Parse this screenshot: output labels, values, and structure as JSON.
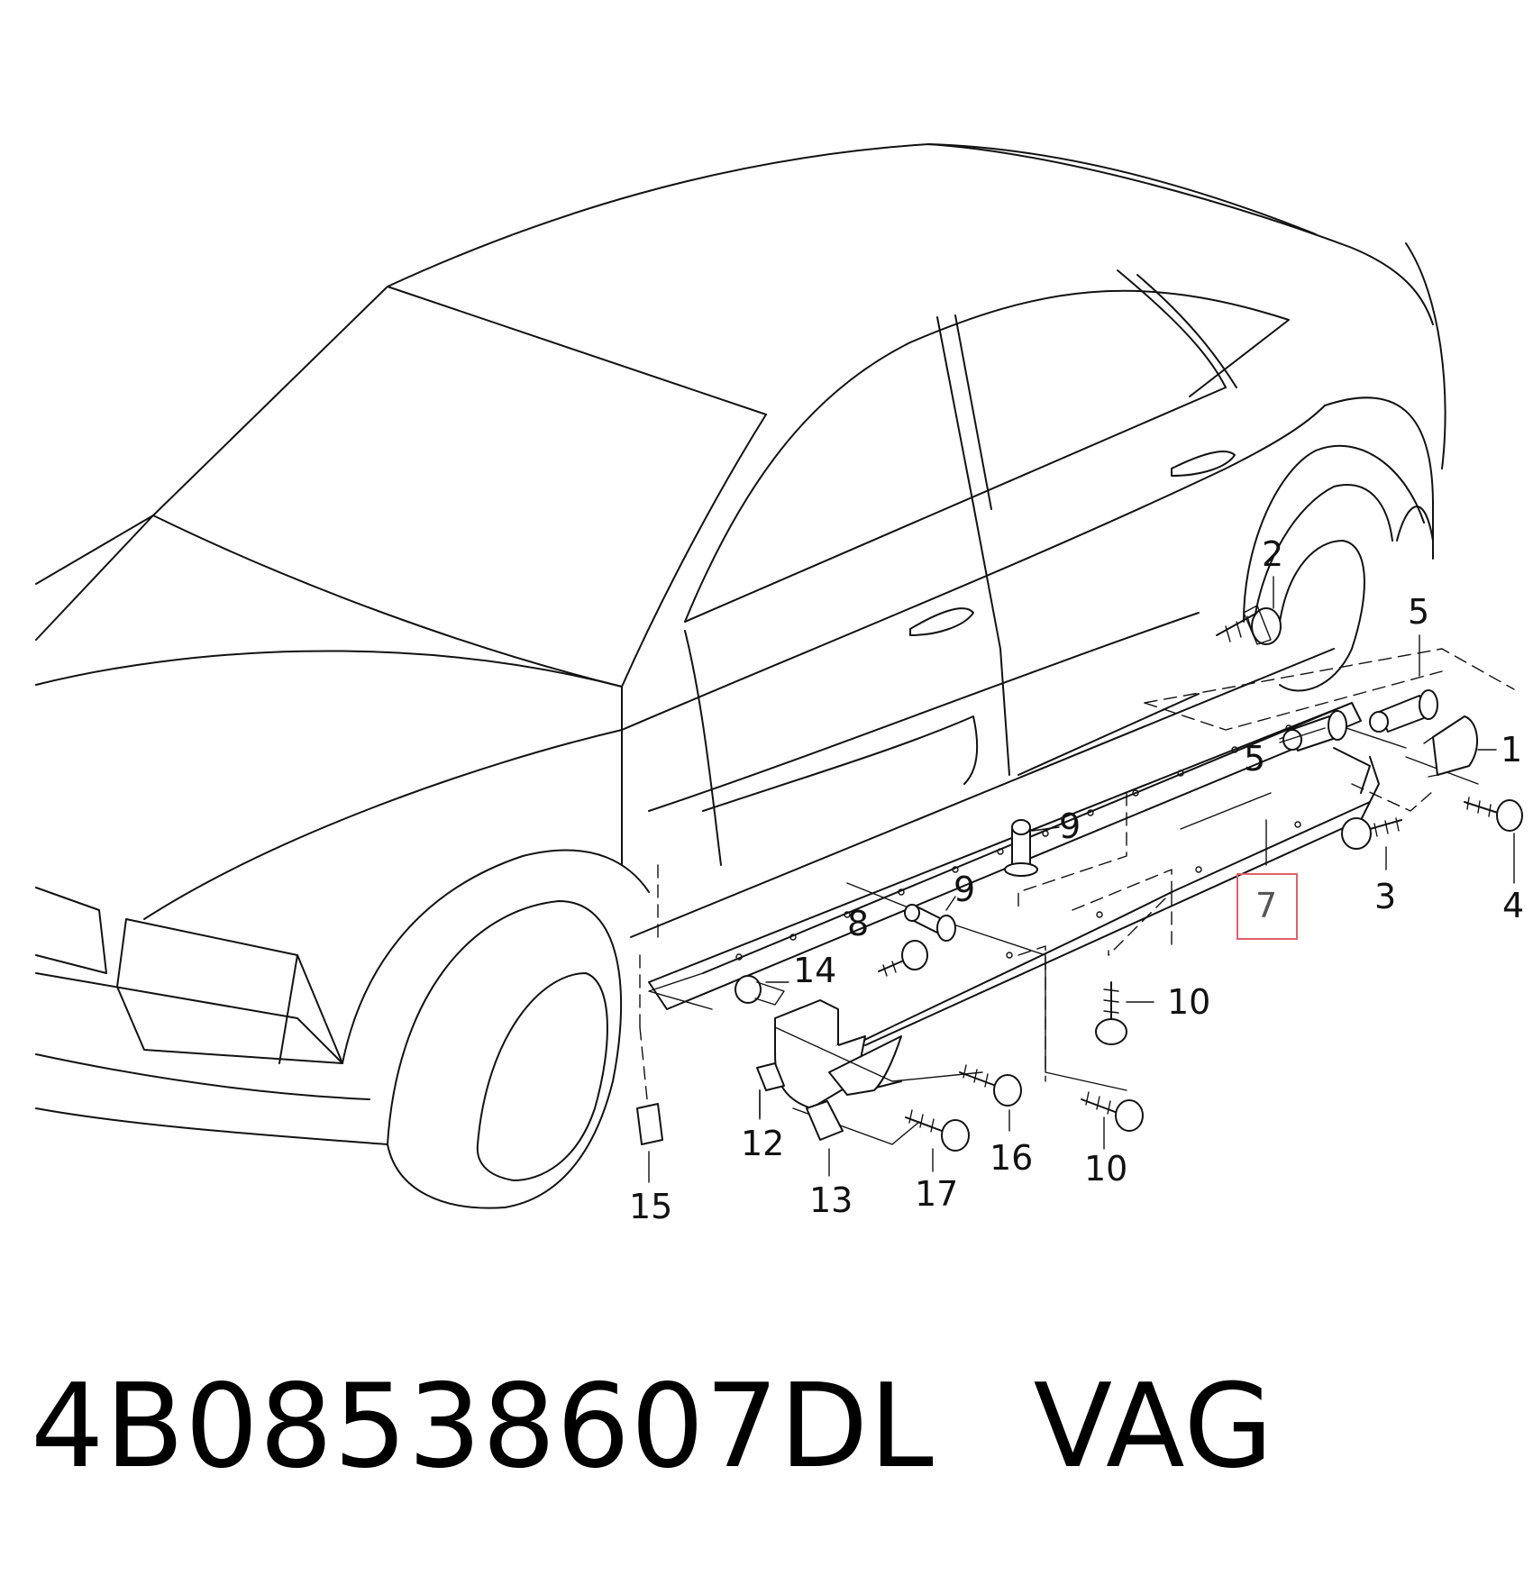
{
  "caption": {
    "part_number": "4B08538607DL",
    "brand": "VAG"
  },
  "callouts": {
    "c1": "1",
    "c2": "2",
    "c3": "3",
    "c4": "4",
    "c5a": "5",
    "c5b": "5",
    "c7": "7",
    "c8": "8",
    "c9a": "9",
    "c9b": "9",
    "c10a": "10",
    "c10b": "10",
    "c12": "12",
    "c13": "13",
    "c14": "14",
    "c15": "15",
    "c16": "16",
    "c17": "17"
  },
  "highlight": {
    "color": "#e0606b",
    "label_color": "#555555"
  }
}
